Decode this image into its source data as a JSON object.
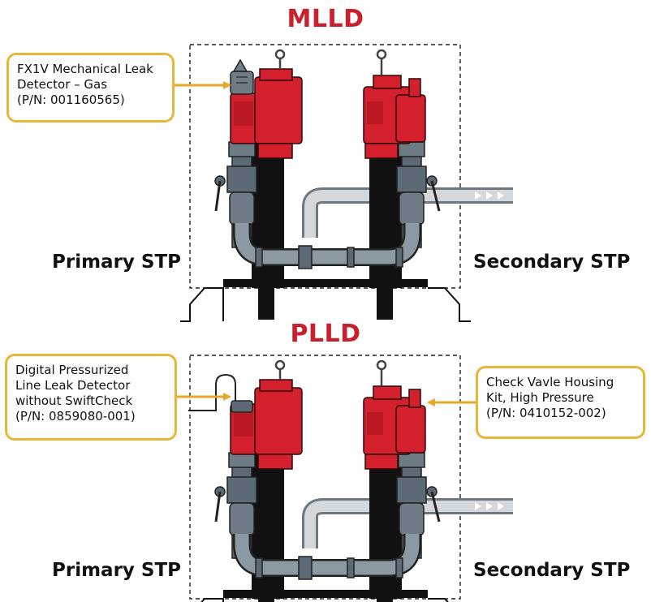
{
  "colors": {
    "title_red": "#C8202F",
    "callout_border": "#E8B739",
    "arrow": "#E8A72A",
    "valve_red": "#D4202C",
    "steel": "#5B6A74",
    "pipe_light": "#D5D8DB"
  },
  "mlld": {
    "title": "MLLD",
    "primary_label": "Primary STP",
    "secondary_label": "Secondary STP",
    "callout": {
      "lines": [
        "FX1V Mechanical Leak",
        "Detector – Gas",
        "(P/N: 001160565)"
      ]
    }
  },
  "plld": {
    "title": "PLLD",
    "primary_label": "Primary STP",
    "secondary_label": "Secondary STP",
    "callout_left": {
      "lines": [
        "Digital Pressurized",
        "Line Leak Detector",
        "without SwiftCheck",
        "(P/N: 0859080-001)"
      ]
    },
    "callout_right": {
      "lines": [
        "Check Vavle Housing",
        "Kit, High Pressure",
        "(P/N: 0410152-002)"
      ]
    }
  }
}
